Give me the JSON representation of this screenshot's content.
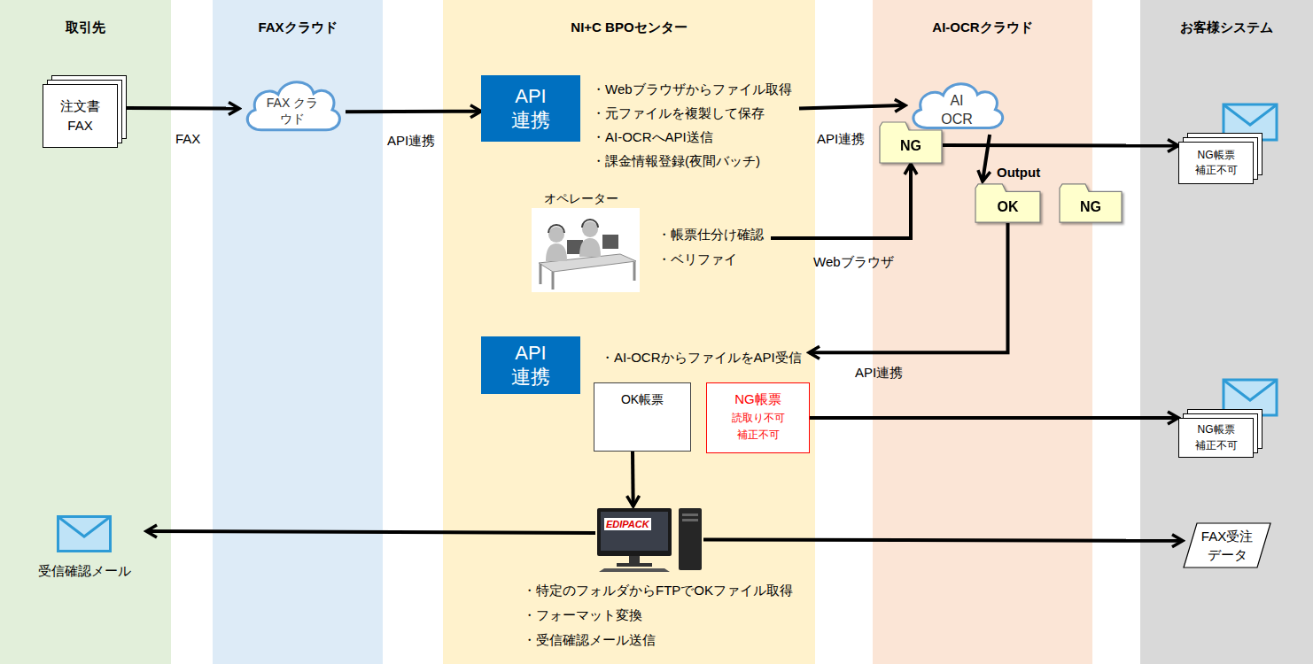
{
  "diagram": {
    "nodes": [
      {
        "text": [
          "取引先"
        ]
      },
      {
        "text": [
          "FAXクラウド"
        ]
      },
      {
        "text": [
          "NI+C BPOセンター"
        ]
      },
      {
        "text": [
          "AI-OCRクラウド"
        ]
      },
      {
        "text": [
          "お客様システム"
        ]
      },
      {
        "text": [
          "注文書 FAX"
        ],
        "in": 0
      },
      {
        "text": [
          "FAX クラウド"
        ],
        "in": 1
      },
      {
        "text": [
          "API 連携",
          "・Webブラウザからファイル取得",
          "・元ファイルを複製して保存",
          "・AI-OCRへAPI送信",
          "・課金情報登録(夜間バッチ)"
        ],
        "in": 2
      },
      {
        "text": [
          "AI OCR"
        ],
        "in": 3
      },
      {
        "text": [
          "NG"
        ],
        "in": 3
      },
      {
        "text": [
          "OK"
        ],
        "in": 3
      },
      {
        "text": [
          "NG"
        ],
        "in": 3
      },
      {
        "text": [
          "NG帳票 補正不可"
        ],
        "in": 4
      },
      {
        "text": [
          "オペレーター",
          "・帳票仕分け確認",
          "・ベリファイ"
        ],
        "in": 2
      },
      {
        "text": [
          "API 連携",
          "・AI-OCRからファイルをAPI受信"
        ],
        "in": 2
      },
      {
        "text": [
          "OK帳票"
        ],
        "in": 2
      },
      {
        "text": [
          "NG帳票",
          "読取り不可 補正不可"
        ],
        "in": 2
      },
      {
        "text": [
          "NG帳票 補正不可"
        ],
        "in": 4
      },
      {
        "text": [
          "EDIPACK"
        ],
        "in": 2
      },
      {
        "text": [
          "受信確認メール"
        ],
        "in": 0
      },
      {
        "text": [
          "FAX受注 データ"
        ],
        "in": 4
      }
    ],
    "edges": [
      {
        "from": 5,
        "to": 6,
        "label": "FAX",
        "arrow": "to"
      },
      {
        "from": 6,
        "to": 7,
        "label": "API連携",
        "arrow": "to"
      },
      {
        "from": 7,
        "to": 8,
        "label": "API連携",
        "arrow": "to"
      },
      {
        "from": 13,
        "to": 9,
        "label": "Webブラウザ",
        "arrow": "to"
      },
      {
        "from": 9,
        "to": 12,
        "arrow": "to"
      },
      {
        "from": 8,
        "to": 10,
        "arrow": "to"
      },
      {
        "from": 10,
        "to": 14,
        "label": "API連携",
        "arrow": "to"
      },
      {
        "from": 15,
        "to": 18,
        "arrow": "to"
      },
      {
        "from": 16,
        "to": 17,
        "arrow": "to"
      },
      {
        "from": 18,
        "to": 19,
        "arrow": "to"
      },
      {
        "from": 18,
        "to": 20,
        "arrow": "to"
      }
    ],
    "labels": [
      "Output",
      "・特定のフォルダからFTPでOKファイル取得",
      "・フォーマット変換",
      "・受信確認メール送信"
    ]
  }
}
